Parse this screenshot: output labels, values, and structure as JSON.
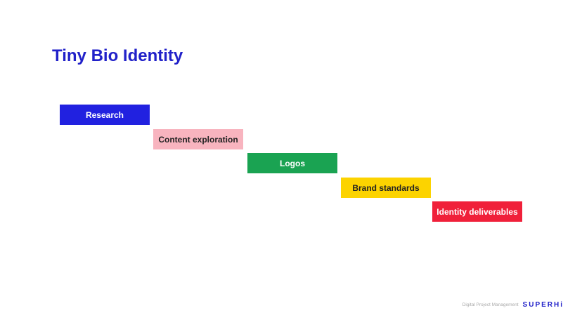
{
  "title": "Tiny Bio Identity",
  "phases": [
    {
      "label": "Research",
      "color": "#2121e0"
    },
    {
      "label": "Content exploration",
      "color": "#f8b4bf"
    },
    {
      "label": "Logos",
      "color": "#1aa352"
    },
    {
      "label": "Brand standards",
      "color": "#fcd300"
    },
    {
      "label": "Identity deliverables",
      "color": "#f0203a"
    }
  ],
  "footer": {
    "text": "Digital Project Management",
    "logo": "SUPERHi"
  }
}
